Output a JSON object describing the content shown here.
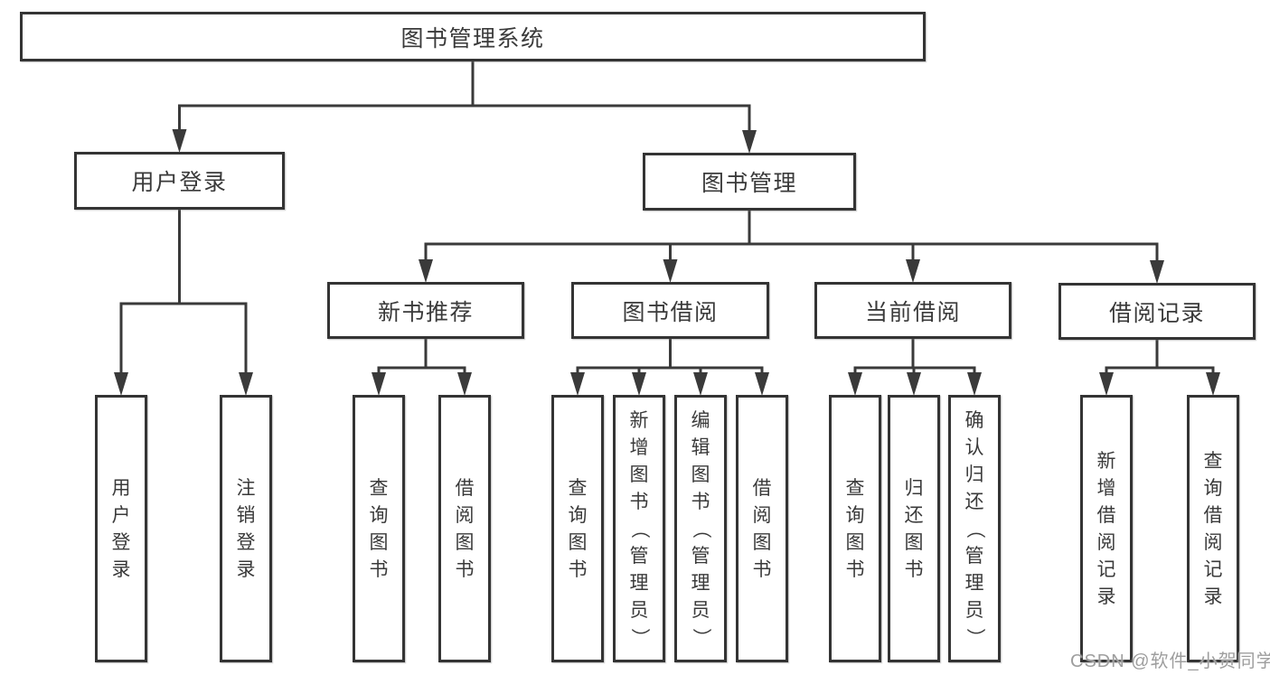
{
  "colors": {
    "line": "#3a3a3a",
    "border": "#343434",
    "text": "#3a3a3a",
    "background": "#ffffff",
    "watermark": "#9e9e9e"
  },
  "watermark": {
    "text": "CSDN @软件_小贺同学"
  },
  "nodes": [
    {
      "id": "root",
      "label": "图书管理系统",
      "orientation": "horizontal",
      "children": [
        "user-login",
        "book-mgmt"
      ]
    },
    {
      "id": "user-login",
      "label": "用户登录",
      "orientation": "horizontal",
      "children": [
        "login",
        "logout"
      ]
    },
    {
      "id": "book-mgmt",
      "label": "图书管理",
      "orientation": "horizontal",
      "children": [
        "new-book-rec",
        "book-borrow",
        "current-borrow",
        "borrow-records"
      ]
    },
    {
      "id": "login",
      "label": "用户登录",
      "orientation": "vertical",
      "children": []
    },
    {
      "id": "logout",
      "label": "注销登录",
      "orientation": "vertical",
      "children": []
    },
    {
      "id": "new-book-rec",
      "label": "新书推荐",
      "orientation": "horizontal",
      "children": [
        "nb-query",
        "nb-borrow"
      ]
    },
    {
      "id": "book-borrow",
      "label": "图书借阅",
      "orientation": "horizontal",
      "children": [
        "bb-query",
        "bb-add",
        "bb-edit",
        "bb-borrow"
      ]
    },
    {
      "id": "current-borrow",
      "label": "当前借阅",
      "orientation": "horizontal",
      "children": [
        "cb-query",
        "cb-return",
        "cb-confirm"
      ]
    },
    {
      "id": "borrow-records",
      "label": "借阅记录",
      "orientation": "horizontal",
      "children": [
        "br-add",
        "br-query"
      ]
    },
    {
      "id": "nb-query",
      "label": "查询图书",
      "orientation": "vertical",
      "children": []
    },
    {
      "id": "nb-borrow",
      "label": "借阅图书",
      "orientation": "vertical",
      "children": []
    },
    {
      "id": "bb-query",
      "label": "查询图书",
      "orientation": "vertical",
      "children": []
    },
    {
      "id": "bb-add",
      "label": "新增图书（管理员）",
      "orientation": "vertical",
      "children": []
    },
    {
      "id": "bb-edit",
      "label": "编辑图书（管理员）",
      "orientation": "vertical",
      "children": []
    },
    {
      "id": "bb-borrow",
      "label": "借阅图书",
      "orientation": "vertical",
      "children": []
    },
    {
      "id": "cb-query",
      "label": "查询图书",
      "orientation": "vertical",
      "children": []
    },
    {
      "id": "cb-return",
      "label": "归还图书",
      "orientation": "vertical",
      "children": []
    },
    {
      "id": "cb-confirm",
      "label": "确认归还（管理员）",
      "orientation": "vertical",
      "children": []
    },
    {
      "id": "br-add",
      "label": "新增借阅记录",
      "orientation": "vertical",
      "children": []
    },
    {
      "id": "br-query",
      "label": "查询借阅记录",
      "orientation": "vertical",
      "children": []
    }
  ]
}
